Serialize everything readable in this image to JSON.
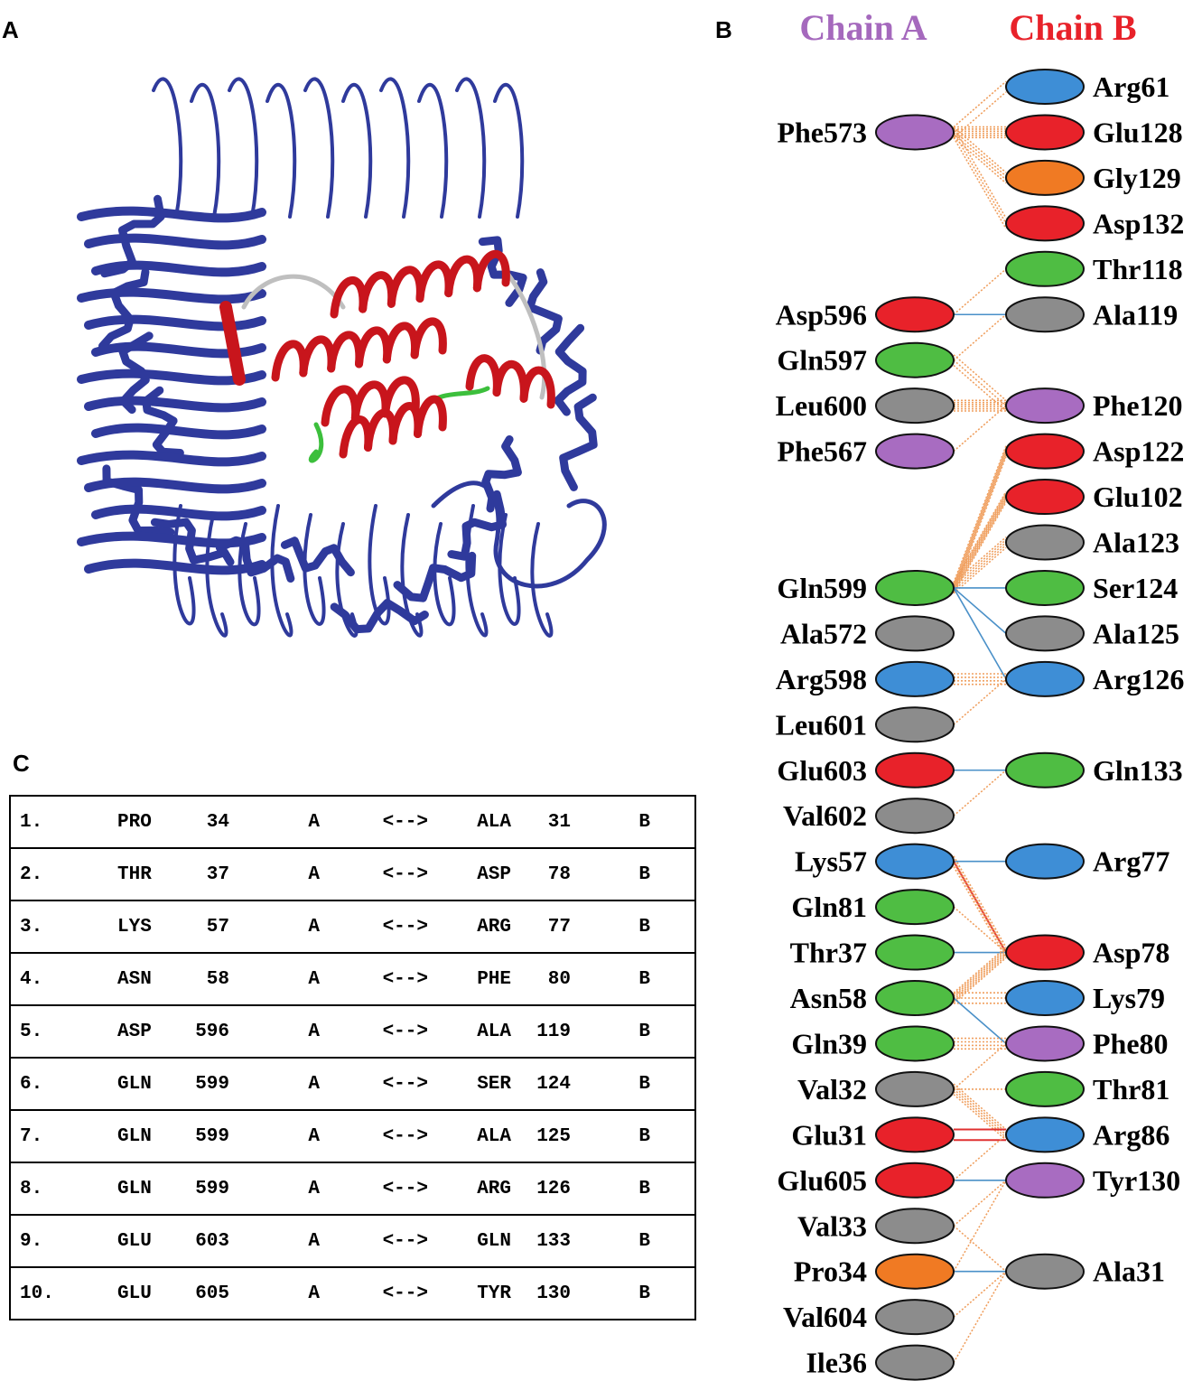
{
  "panels": {
    "a": "A",
    "b": "B",
    "c": "C"
  },
  "colors": {
    "chain_a_title": "#a569bd",
    "chain_b_title": "#e8222a",
    "acidic": "#e8222a",
    "basic": "#3e8ed6",
    "polar": "#4fbd43",
    "nonpolar": "#8c8c8c",
    "aromatic": "#a86cc1",
    "glycine_proline": "#f07a23",
    "hbond": "#4a90c8",
    "nonbonded": "#f0a060",
    "salt_bridge": "#e03030",
    "protein_sheet": "#2f3a9c",
    "protein_helix": "#c8151c",
    "protein_coil": "#bfbfbf",
    "protein_turn": "#3cbf3c"
  },
  "interface": {
    "chain_a_title": "Chain A",
    "chain_b_title": "Chain B",
    "chain_a": [
      {
        "row": 1,
        "label": "Phe573",
        "type": "aromatic"
      },
      {
        "row": 5,
        "label": "Asp596",
        "type": "acidic"
      },
      {
        "row": 6,
        "label": "Gln597",
        "type": "polar"
      },
      {
        "row": 7,
        "label": "Leu600",
        "type": "nonpolar"
      },
      {
        "row": 8,
        "label": "Phe567",
        "type": "aromatic"
      },
      {
        "row": 11,
        "label": "Gln599",
        "type": "polar"
      },
      {
        "row": 12,
        "label": "Ala572",
        "type": "nonpolar"
      },
      {
        "row": 13,
        "label": "Arg598",
        "type": "basic"
      },
      {
        "row": 14,
        "label": "Leu601",
        "type": "nonpolar"
      },
      {
        "row": 15,
        "label": "Glu603",
        "type": "acidic"
      },
      {
        "row": 16,
        "label": "Val602",
        "type": "nonpolar"
      },
      {
        "row": 17,
        "label": "Lys57",
        "type": "basic"
      },
      {
        "row": 18,
        "label": "Gln81",
        "type": "polar"
      },
      {
        "row": 19,
        "label": "Thr37",
        "type": "polar"
      },
      {
        "row": 20,
        "label": "Asn58",
        "type": "polar"
      },
      {
        "row": 21,
        "label": "Gln39",
        "type": "polar"
      },
      {
        "row": 22,
        "label": "Val32",
        "type": "nonpolar"
      },
      {
        "row": 23,
        "label": "Glu31",
        "type": "acidic"
      },
      {
        "row": 24,
        "label": "Glu605",
        "type": "acidic"
      },
      {
        "row": 25,
        "label": "Val33",
        "type": "nonpolar"
      },
      {
        "row": 26,
        "label": "Pro34",
        "type": "glycine_proline"
      },
      {
        "row": 27,
        "label": "Val604",
        "type": "nonpolar"
      },
      {
        "row": 28,
        "label": "Ile36",
        "type": "nonpolar"
      }
    ],
    "chain_b": [
      {
        "row": 0,
        "label": "Arg61",
        "type": "basic"
      },
      {
        "row": 1,
        "label": "Glu128",
        "type": "acidic"
      },
      {
        "row": 2,
        "label": "Gly129",
        "type": "glycine_proline"
      },
      {
        "row": 3,
        "label": "Asp132",
        "type": "acidic"
      },
      {
        "row": 4,
        "label": "Thr118",
        "type": "polar"
      },
      {
        "row": 5,
        "label": "Ala119",
        "type": "nonpolar"
      },
      {
        "row": 7,
        "label": "Phe120",
        "type": "aromatic"
      },
      {
        "row": 8,
        "label": "Asp122",
        "type": "acidic"
      },
      {
        "row": 9,
        "label": "Glu102",
        "type": "acidic"
      },
      {
        "row": 10,
        "label": "Ala123",
        "type": "nonpolar"
      },
      {
        "row": 11,
        "label": "Ser124",
        "type": "polar"
      },
      {
        "row": 12,
        "label": "Ala125",
        "type": "nonpolar"
      },
      {
        "row": 13,
        "label": "Arg126",
        "type": "basic"
      },
      {
        "row": 15,
        "label": "Gln133",
        "type": "polar"
      },
      {
        "row": 17,
        "label": "Arg77",
        "type": "basic"
      },
      {
        "row": 19,
        "label": "Asp78",
        "type": "acidic"
      },
      {
        "row": 20,
        "label": "Lys79",
        "type": "basic"
      },
      {
        "row": 21,
        "label": "Phe80",
        "type": "aromatic"
      },
      {
        "row": 22,
        "label": "Thr81",
        "type": "polar"
      },
      {
        "row": 23,
        "label": "Arg86",
        "type": "basic"
      },
      {
        "row": 24,
        "label": "Tyr130",
        "type": "aromatic"
      },
      {
        "row": 26,
        "label": "Ala31",
        "type": "nonpolar"
      }
    ],
    "links": [
      {
        "a": 1,
        "b": 0,
        "kind": "nonbonded",
        "n": 2
      },
      {
        "a": 1,
        "b": 1,
        "kind": "nonbonded",
        "n": 6
      },
      {
        "a": 1,
        "b": 2,
        "kind": "nonbonded",
        "n": 4
      },
      {
        "a": 1,
        "b": 3,
        "kind": "nonbonded",
        "n": 3
      },
      {
        "a": 5,
        "b": 4,
        "kind": "nonbonded",
        "n": 1
      },
      {
        "a": 5,
        "b": 5,
        "kind": "hbond",
        "n": 1
      },
      {
        "a": 6,
        "b": 5,
        "kind": "nonbonded",
        "n": 1
      },
      {
        "a": 6,
        "b": 7,
        "kind": "nonbonded",
        "n": 3
      },
      {
        "a": 7,
        "b": 7,
        "kind": "nonbonded",
        "n": 6
      },
      {
        "a": 8,
        "b": 7,
        "kind": "nonbonded",
        "n": 1
      },
      {
        "a": 11,
        "b": 8,
        "kind": "nonbonded",
        "n": 6
      },
      {
        "a": 11,
        "b": 9,
        "kind": "nonbonded",
        "n": 8
      },
      {
        "a": 11,
        "b": 10,
        "kind": "nonbonded",
        "n": 5
      },
      {
        "a": 11,
        "b": 11,
        "kind": "hbond",
        "n": 1
      },
      {
        "a": 11,
        "b": 12,
        "kind": "hbond",
        "n": 1
      },
      {
        "a": 11,
        "b": 13,
        "kind": "hbond",
        "n": 1
      },
      {
        "a": 13,
        "b": 13,
        "kind": "nonbonded",
        "n": 4
      },
      {
        "a": 14,
        "b": 13,
        "kind": "nonbonded",
        "n": 1
      },
      {
        "a": 15,
        "b": 15,
        "kind": "hbond",
        "n": 1
      },
      {
        "a": 16,
        "b": 15,
        "kind": "nonbonded",
        "n": 1
      },
      {
        "a": 17,
        "b": 17,
        "kind": "hbond",
        "n": 1
      },
      {
        "a": 17,
        "b": 19,
        "kind": "salt_bridge",
        "n": 1
      },
      {
        "a": 17,
        "b": 19,
        "kind": "nonbonded",
        "n": 4
      },
      {
        "a": 18,
        "b": 19,
        "kind": "nonbonded",
        "n": 1
      },
      {
        "a": 19,
        "b": 19,
        "kind": "hbond",
        "n": 1
      },
      {
        "a": 20,
        "b": 19,
        "kind": "nonbonded",
        "n": 7
      },
      {
        "a": 20,
        "b": 20,
        "kind": "nonbonded",
        "n": 3
      },
      {
        "a": 20,
        "b": 21,
        "kind": "hbond",
        "n": 1
      },
      {
        "a": 21,
        "b": 21,
        "kind": "nonbonded",
        "n": 4
      },
      {
        "a": 22,
        "b": 21,
        "kind": "nonbonded",
        "n": 1
      },
      {
        "a": 22,
        "b": 22,
        "kind": "nonbonded",
        "n": 1
      },
      {
        "a": 22,
        "b": 23,
        "kind": "nonbonded",
        "n": 5
      },
      {
        "a": 23,
        "b": 23,
        "kind": "salt_bridge",
        "n": 2
      },
      {
        "a": 24,
        "b": 24,
        "kind": "hbond",
        "n": 1
      },
      {
        "a": 24,
        "b": 23,
        "kind": "nonbonded",
        "n": 1
      },
      {
        "a": 25,
        "b": 24,
        "kind": "nonbonded",
        "n": 1
      },
      {
        "a": 25,
        "b": 26,
        "kind": "nonbonded",
        "n": 1
      },
      {
        "a": 26,
        "b": 26,
        "kind": "hbond",
        "n": 1
      },
      {
        "a": 26,
        "b": 24,
        "kind": "nonbonded",
        "n": 1
      },
      {
        "a": 27,
        "b": 26,
        "kind": "nonbonded",
        "n": 1
      },
      {
        "a": 28,
        "b": 26,
        "kind": "nonbonded",
        "n": 1
      }
    ]
  },
  "pairs": [
    {
      "num": "1.",
      "res1": "PRO",
      "pos1": "34",
      "ch1": "A",
      "arrow": "<-->",
      "res2": "ALA",
      "pos2": "31",
      "ch2": "B"
    },
    {
      "num": "2.",
      "res1": "THR",
      "pos1": "37",
      "ch1": "A",
      "arrow": "<-->",
      "res2": "ASP",
      "pos2": "78",
      "ch2": "B"
    },
    {
      "num": "3.",
      "res1": "LYS",
      "pos1": "57",
      "ch1": "A",
      "arrow": "<-->",
      "res2": "ARG",
      "pos2": "77",
      "ch2": "B"
    },
    {
      "num": "4.",
      "res1": "ASN",
      "pos1": "58",
      "ch1": "A",
      "arrow": "<-->",
      "res2": "PHE",
      "pos2": "80",
      "ch2": "B"
    },
    {
      "num": "5.",
      "res1": "ASP",
      "pos1": "596",
      "ch1": "A",
      "arrow": "<-->",
      "res2": "ALA",
      "pos2": "119",
      "ch2": "B"
    },
    {
      "num": "6.",
      "res1": "GLN",
      "pos1": "599",
      "ch1": "A",
      "arrow": "<-->",
      "res2": "SER",
      "pos2": "124",
      "ch2": "B"
    },
    {
      "num": "7.",
      "res1": "GLN",
      "pos1": "599",
      "ch1": "A",
      "arrow": "<-->",
      "res2": "ALA",
      "pos2": "125",
      "ch2": "B"
    },
    {
      "num": "8.",
      "res1": "GLN",
      "pos1": "599",
      "ch1": "A",
      "arrow": "<-->",
      "res2": "ARG",
      "pos2": "126",
      "ch2": "B"
    },
    {
      "num": "9.",
      "res1": "GLU",
      "pos1": "603",
      "ch1": "A",
      "arrow": "<-->",
      "res2": "GLN",
      "pos2": "133",
      "ch2": "B"
    },
    {
      "num": "10.",
      "res1": "GLU",
      "pos1": "605",
      "ch1": "A",
      "arrow": "<-->",
      "res2": "TYR",
      "pos2": "130",
      "ch2": "B"
    }
  ]
}
